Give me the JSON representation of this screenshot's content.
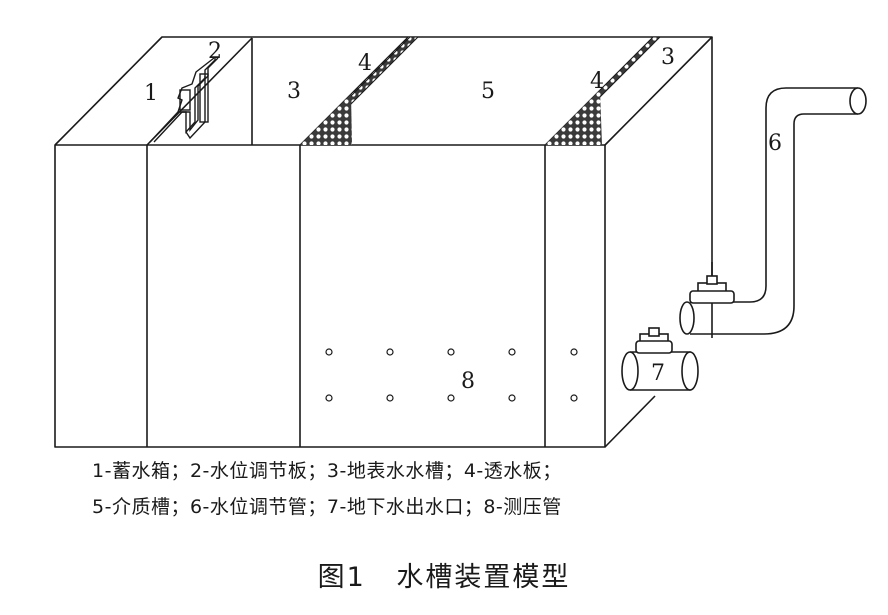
{
  "labels": {
    "storage_tank": "1",
    "level_plate": "2",
    "surface_trough_left": "3",
    "permeable_plate_left": "4",
    "media_trough": "5",
    "permeable_plate_right": "4",
    "surface_trough_right": "3",
    "level_pipe": "6",
    "outlet": "7",
    "piezometer": "8"
  },
  "legend": {
    "line1": "1-蓄水箱；2-水位调节板；3-地表水水槽；4-透水板；",
    "line2": "5-介质槽；6-水位调节管；7-地下水出水口；8-测压管"
  },
  "caption": {
    "number": "图1",
    "title": "水槽装置模型"
  },
  "colors": {
    "line": "#1a1a1a",
    "background": "#ffffff",
    "permeable_fill": "#444444"
  }
}
